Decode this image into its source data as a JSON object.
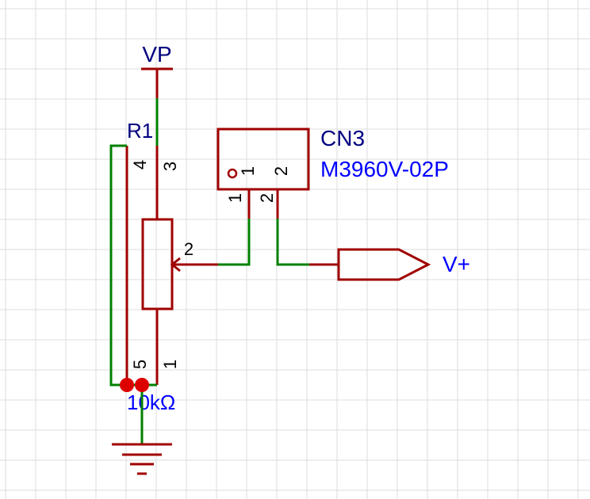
{
  "colors": {
    "background": "#ffffff",
    "grid": "#dcdcdc",
    "component": "#a00000",
    "wire": "#008000",
    "label_dark": "#000080",
    "label_blue": "#0000ff",
    "pin_text": "#000000",
    "junction": "#e00000"
  },
  "power_port": {
    "label": "VP"
  },
  "net_port": {
    "label": "V+"
  },
  "resistor": {
    "designator": "R1",
    "value": "10kΩ",
    "pins": [
      "1",
      "2",
      "3",
      "4",
      "5"
    ]
  },
  "connector": {
    "designator": "CN3",
    "part": "M3960V-02P",
    "pins": [
      "1",
      "2"
    ]
  },
  "ground": {
    "label": ""
  }
}
